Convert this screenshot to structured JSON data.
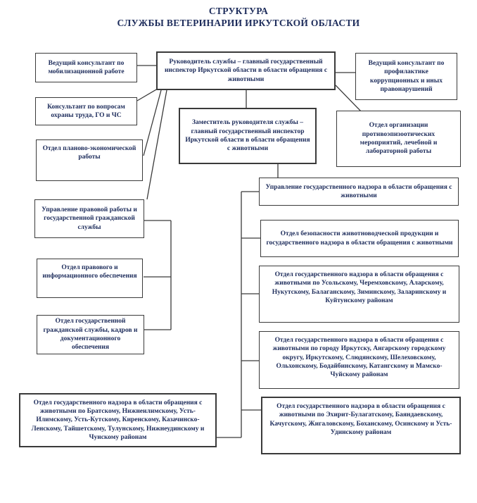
{
  "title": {
    "line1": "СТРУКТУРА",
    "line2": "СЛУЖБЫ ВЕТЕРИНАРИИ ИРКУТСКОЙ ОБЛАСТИ"
  },
  "colors": {
    "text_navy": "#1d2c5b",
    "box_border": "#3a3a3a",
    "background": "#ffffff"
  },
  "nodes": {
    "leader": {
      "text": "Руководитель службы – главный государственный инспектор Иркутской области в области обращения с животными"
    },
    "deputy": {
      "text": "Заместитель руководителя службы – главный государственный инспектор Иркутской области в области обращения с животными"
    },
    "mobilization": {
      "text": "Ведущий консультант по мобилизационной работе"
    },
    "labor_safety": {
      "text": "Консультант по вопросам охраны труда, ГО и ЧС"
    },
    "planning_econ": {
      "text": "Отдел планово-экономической работы"
    },
    "legal_civil_dept": {
      "text": "Управление правовой работы и государственной гражданской службы"
    },
    "legal_info": {
      "text": "Отдел правового и информационного обеспечения"
    },
    "civil_service_hr": {
      "text": "Отдел государственной гражданской службы, кадров и документационного обеспечения"
    },
    "anticorruption": {
      "text": "Ведущий консультант по профилактике коррупционных и иных правонарушений"
    },
    "antiepizootic": {
      "text": "Отдел организации противоэпизоотических мероприятий, лечебной и лабораторной работы"
    },
    "supervision_dept": {
      "text": "Управление государственного надзора в области обращения с животными"
    },
    "livestock_safety": {
      "text": "Отдел безопасности животноводческой продукции и государственного надзора в области обращения с животными"
    },
    "usolsky_dept": {
      "text": "Отдел государственного надзора в области обращения с животными по Усольскому, Черемховскому, Аларскому, Нукутскому, Балаганскому, Зиминскому, Заларинскому и Куйтунскому районам"
    },
    "irkutsk_city_dept": {
      "text": "Отдел государственного надзора в области обращения с животными по городу Иркутску, Ангарскому городскому округу, Иркутскому, Слюдянскому, Шелеховскому, Ольхонскому, Бодайбинскому, Катангскому и Мамско-Чуйскому районам"
    },
    "bratsk_dept": {
      "text": "Отдел государственного надзора в области обращения с животными по Братскому, Нижнеилимскому, Усть-Илимскому, Усть-Кутскому, Киренскому, Казачинско-Ленскому, Тайшетскому, Тулунскому, Нижнеудинскому и Чунскому районам"
    },
    "ekhirit_dept": {
      "text": "Отдел государственного надзора в области обращения с животными по Эхирит-Булагатскому, Баяндаевскому, Качугскому, Жигаловскому, Боханскому, Осинскому и Усть-Удинскому районам"
    }
  }
}
